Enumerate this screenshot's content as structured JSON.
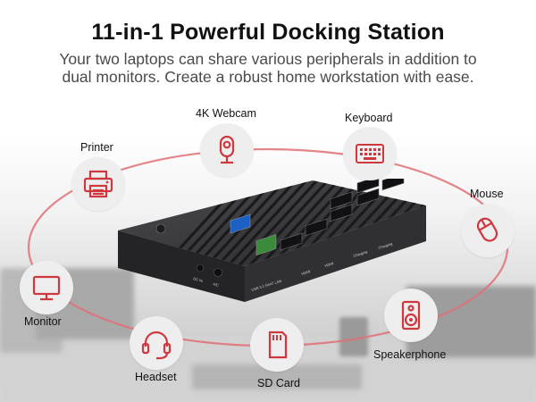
{
  "header": {
    "title": "11-in-1 Powerful Docking Station",
    "subtitle_line1": "Your two laptops can share various peripherals in addition to",
    "subtitle_line2": "dual monitors. Create a robust home workstation with ease."
  },
  "peripherals": [
    {
      "id": "webcam",
      "label": "4K Webcam",
      "icon": "webcam-icon"
    },
    {
      "id": "keyboard",
      "label": "Keyboard",
      "icon": "keyboard-icon"
    },
    {
      "id": "printer",
      "label": "Printer",
      "icon": "printer-icon"
    },
    {
      "id": "mouse",
      "label": "Mouse",
      "icon": "mouse-icon"
    },
    {
      "id": "monitor",
      "label": "Monitor",
      "icon": "monitor-icon"
    },
    {
      "id": "speakerphone",
      "label": "Speakerphone",
      "icon": "speaker-icon"
    },
    {
      "id": "headset",
      "label": "Headset",
      "icon": "headset-icon"
    },
    {
      "id": "sdcard",
      "label": "SD Card",
      "icon": "sd-card-icon"
    }
  ],
  "device": {
    "ports": [
      "DC IN",
      "A/C",
      "USB 3.2 Gen2",
      "LAN",
      "HDMI",
      "HDMI",
      "Charging",
      "Charging"
    ]
  },
  "colors": {
    "accent": "#d0383f",
    "icon_bg": "#eeeeee",
    "ellipse": "#e07075",
    "dock_body": "#2b2b2e"
  }
}
